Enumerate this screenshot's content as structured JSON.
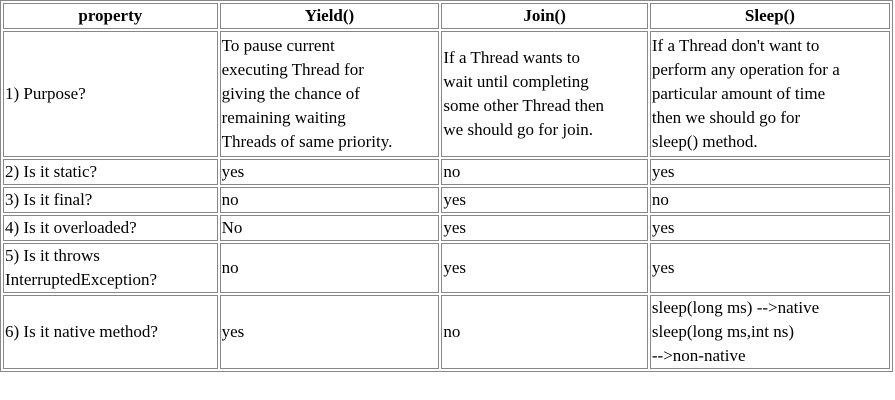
{
  "table": {
    "headers": [
      "property",
      "Yield()",
      "Join()",
      "Sleep()"
    ],
    "rows": [
      {
        "property": "1) Purpose?",
        "yield": [
          "To pause current",
          "executing Thread for",
          "giving the chance of",
          "remaining waiting",
          "Threads of same priority."
        ],
        "join": [
          "If a Thread wants to",
          "wait until completing",
          "some other Thread then",
          "we should go for join."
        ],
        "sleep": [
          "If a Thread don't want to",
          "perform any operation for a",
          "particular amount of time",
          "then we should go for",
          "sleep() method."
        ]
      },
      {
        "property": "2) Is it static?",
        "yield": [
          "yes"
        ],
        "join": [
          "no"
        ],
        "sleep": [
          "yes"
        ]
      },
      {
        "property": "3) Is it final?",
        "yield": [
          "no"
        ],
        "join": [
          "yes"
        ],
        "sleep": [
          "no"
        ]
      },
      {
        "property": "4) Is it overloaded?",
        "yield": [
          "No"
        ],
        "join": [
          "yes"
        ],
        "sleep": [
          "yes"
        ]
      },
      {
        "property": [
          "5) Is it throws",
          "InterruptedException?"
        ],
        "yield": [
          "no"
        ],
        "join": [
          "yes"
        ],
        "sleep": [
          "yes"
        ]
      },
      {
        "property": "6) Is it native method?",
        "yield": [
          "yes"
        ],
        "join": [
          "no"
        ],
        "sleep": [
          "sleep(long ms) -->native",
          "sleep(long ms,int ns)",
          "-->non-native"
        ]
      }
    ]
  }
}
